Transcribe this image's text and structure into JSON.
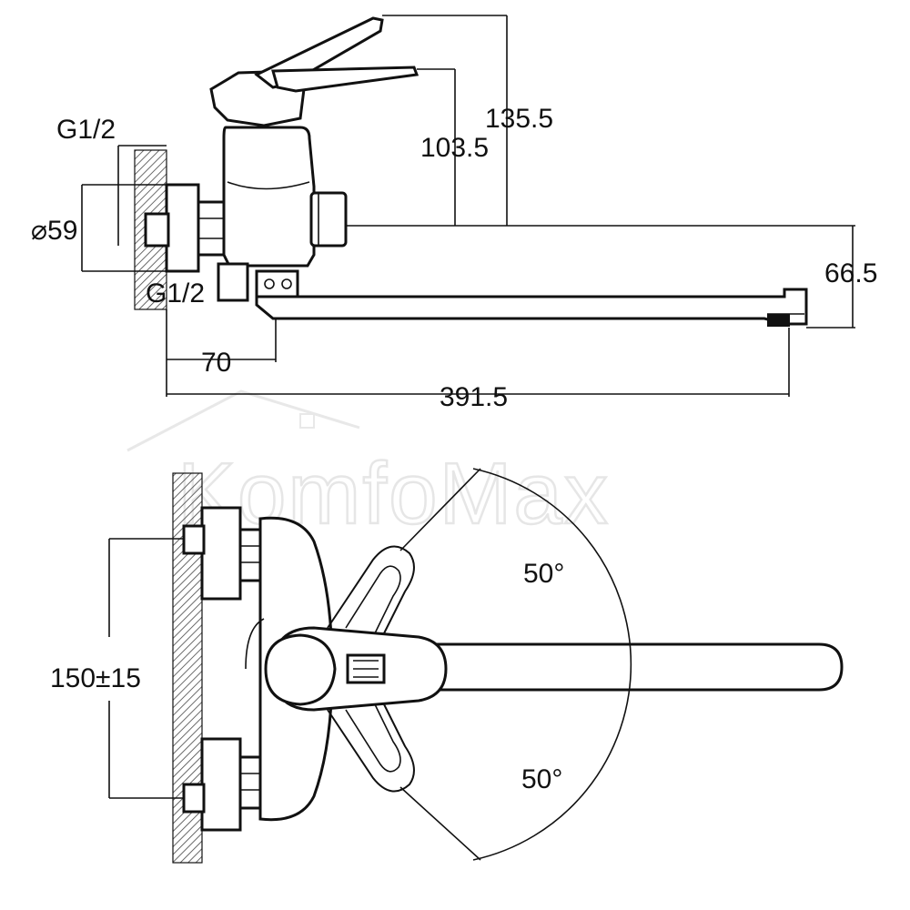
{
  "watermark": {
    "brand": "KomfoMax"
  },
  "side_view": {
    "labels": {
      "thread_top": "G1/2",
      "thread_bottom": "G1/2",
      "flange_diameter": "⌀59",
      "height_total": "135.5",
      "height_body": "103.5",
      "spout_drop": "66.5",
      "wall_offset": "70",
      "spout_length": "391.5"
    }
  },
  "top_view": {
    "labels": {
      "angle_upper": "50°",
      "angle_lower": "50°",
      "center_distance": "150±15"
    }
  }
}
